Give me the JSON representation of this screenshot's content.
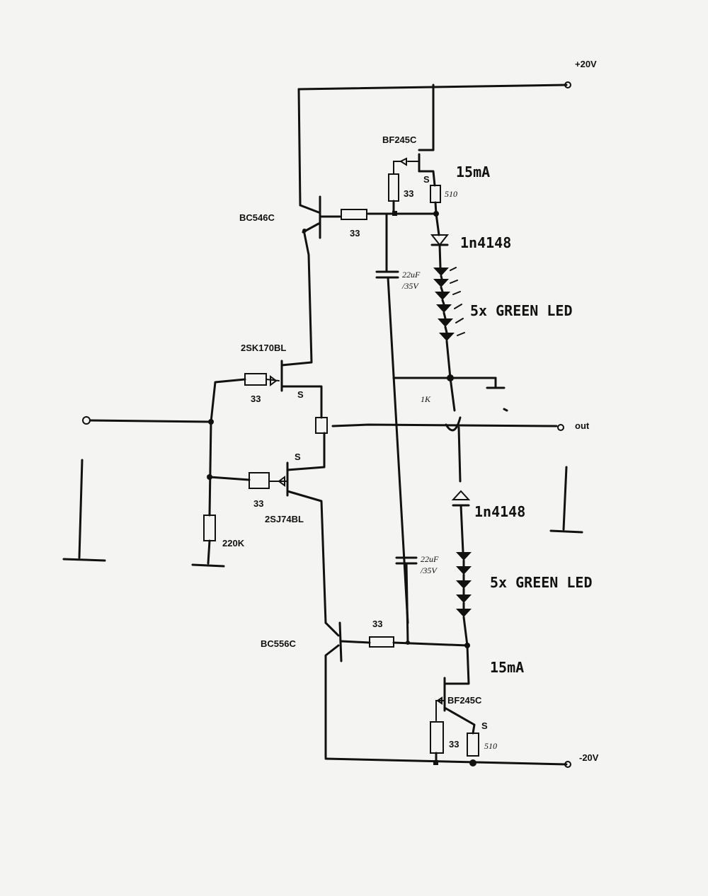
{
  "labels": {
    "vpos": "+20V",
    "vneg": "-20V",
    "out": "out",
    "q_top_jfet": "BF245C",
    "q_bot_jfet": "BF245C",
    "q_npn": "BC546C",
    "q_pnp": "BC556C",
    "q_n_jfet": "2SK170BL",
    "q_p_jfet": "2SJ74BL",
    "r_top_33": "33",
    "r_top_510": "510",
    "r_npn_base": "33",
    "r_nj_gate": "33",
    "r_pj_gate": "33",
    "r_input": "220K",
    "r_pnp_base": "33",
    "r_bot_33": "33",
    "r_bot_510": "510",
    "r_center": "1K",
    "c_top": "22uF",
    "c_top_v": "/35V",
    "c_bot": "22uF",
    "c_bot_v": "/35V",
    "d_top": "1n4148",
    "d_bot": "1n4148",
    "led_top": "5x GREEN LED",
    "led_bot": "5x GREEN LED",
    "i_top": "15mA",
    "i_bot": "15mA",
    "s_top_jfet": "S",
    "s_nj": "S",
    "s_pj": "S",
    "s_bot_jfet": "S"
  }
}
